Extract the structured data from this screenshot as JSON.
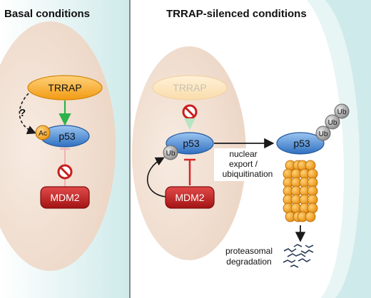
{
  "panels": {
    "left": {
      "title": "Basal conditions"
    },
    "right": {
      "title": "TRRAP-silenced conditions"
    }
  },
  "labels": {
    "trrap": "TRRAP",
    "p53": "p53",
    "mdm2": "MDM2",
    "ac": "Ac",
    "ub": "Ub",
    "question": "?",
    "export_line1": "nuclear",
    "export_line2": "export /",
    "export_line3": "ubiquitination",
    "degradation_line1": "proteasomal",
    "degradation_line2": "degradation"
  },
  "colors": {
    "trrap": "#f6a623",
    "p53": "#3a79c9",
    "mdm2": "#c21f1f",
    "ac": "#f5a31e",
    "ub": "#9b9b9b",
    "proteasome": "#f2a01c",
    "activation_arrow": "#2db24a",
    "inhibition": "#d62828",
    "nucleus": "#f1dfd1",
    "cytoplasm": "#d8efef"
  }
}
